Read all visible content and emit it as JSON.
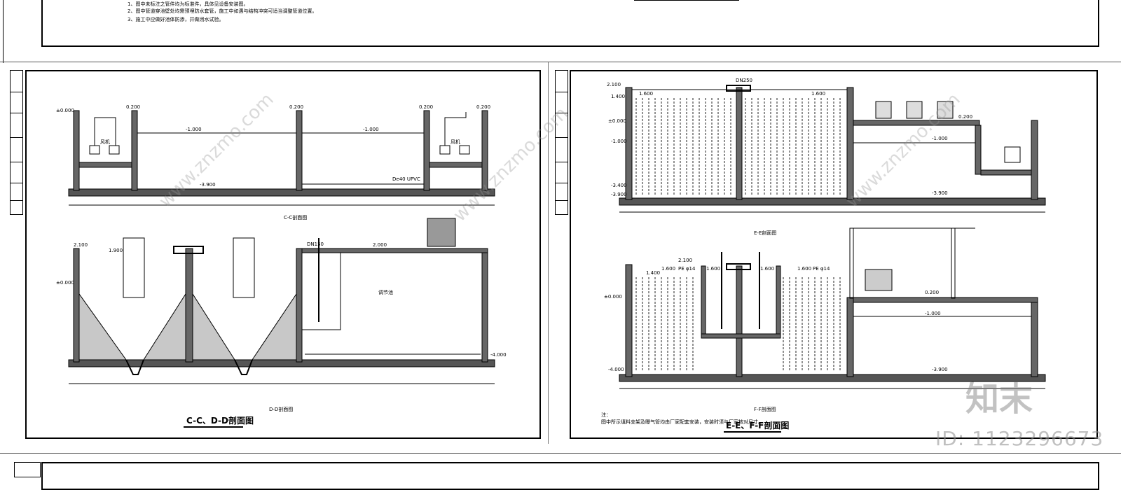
{
  "notes": {
    "line1": "1、图中未标注之管件均为标准件，具体见设备安装图。",
    "line2": "2、图中管道穿池壁处均需预埋防水套管，施工中如遇与结构冲突可适当调整管道位置。",
    "line3": "3、施工中应做好池体防渗，并做闭水试验。"
  },
  "left_sheet": {
    "section_cc_label": "C-C剖面图",
    "section_dd_label": "D-D剖面图",
    "title": "C-C、D-D剖面图",
    "elev_top": "0.200",
    "elev_zero": "±0.000",
    "elev_neg1": "-1.000",
    "elev_bottom": "-3.900",
    "elev_2100": "2.100",
    "elev_1900": "1.900",
    "elev_2000": "2.000",
    "elev_neg4": "-4.000",
    "pipe_label": "DN150",
    "pipe_pvc": "De40 UPVC",
    "pump_label": "风机",
    "tank_label": "调节池"
  },
  "right_sheet": {
    "section_ee_label": "E-E剖面图",
    "section_ff_label": "F-F剖面图",
    "title": "E-E、F-F剖面图",
    "elev_2100": "2.100",
    "elev_1400": "1.400",
    "elev_1600": "1.600",
    "elev_zero": "±0.000",
    "elev_neg1": "-1.000",
    "elev_neg34": "-3.400",
    "elev_neg39": "-3.900",
    "elev_neg4": "-4.000",
    "elev_0200": "0.200",
    "pipe_label": "DN250",
    "pe_label": "PE φ14",
    "footnote": "注：",
    "footnote_text": "图中所示填料支架及曝气管均由厂家配套安装，安装时须与厂家核对尺寸。"
  },
  "watermark": {
    "brand": "知末",
    "id_text": "ID: 1123296673",
    "site": "www.znzmo.com"
  }
}
